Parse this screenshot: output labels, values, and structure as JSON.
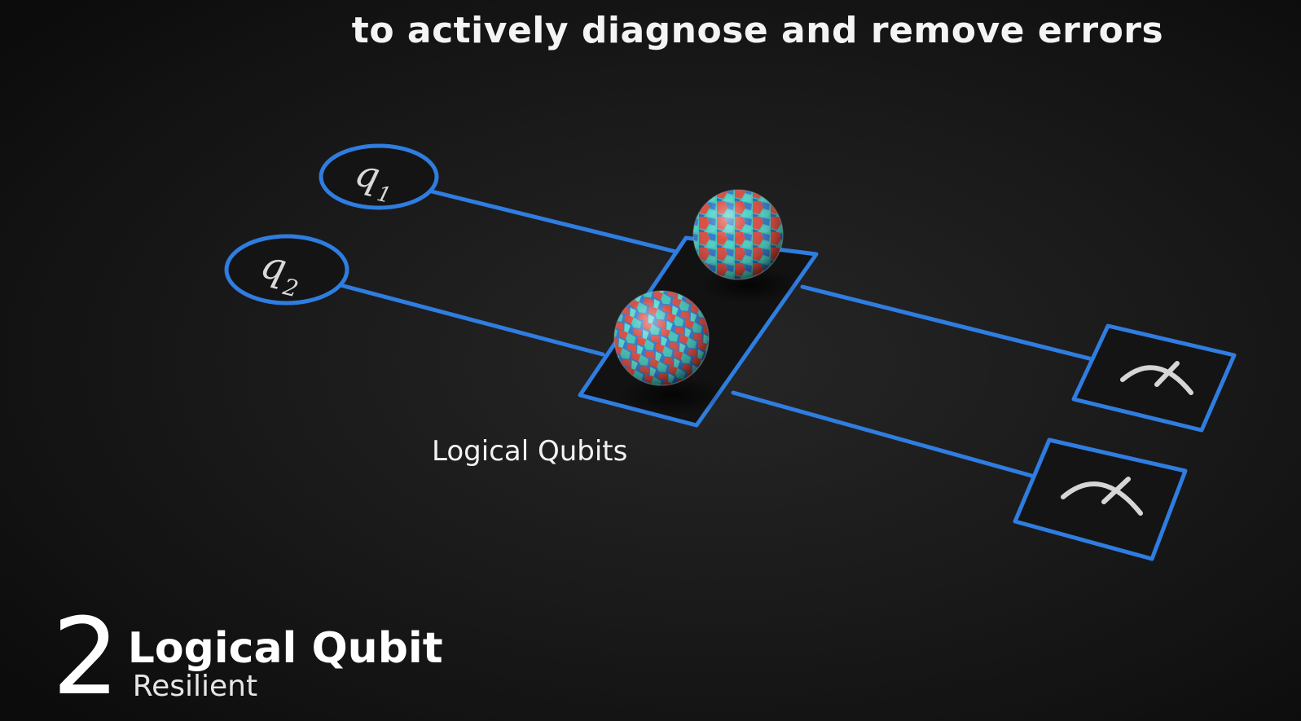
{
  "caption": "to actively diagnose and remove errors",
  "qubits": [
    {
      "label": "q",
      "subscript": "1"
    },
    {
      "label": "q",
      "subscript": "2"
    }
  ],
  "logical_label": "Logical Qubits",
  "brand": {
    "number": "2",
    "title": "Logical Qubit",
    "subtitle": "Resilient"
  },
  "colors": {
    "wire": "#2f7de0",
    "background": "#1b1b1b",
    "meter_arc": "#d6d6d6",
    "sphere_red": "#d9463a",
    "sphere_teal": "#3fc1b6",
    "sphere_blue": "#2f74c8"
  }
}
